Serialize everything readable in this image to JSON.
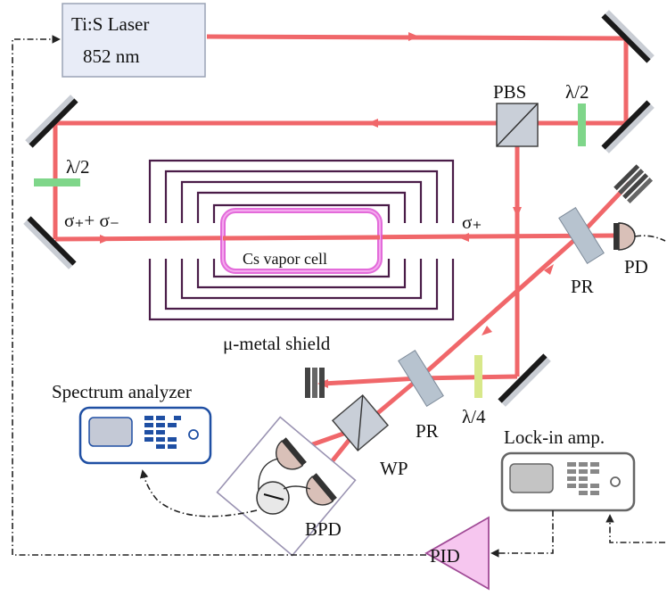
{
  "laser": {
    "line1": "Ti:S Laser",
    "line2": "852 nm"
  },
  "labels": {
    "pbs": "PBS",
    "half_wave_top": "λ/2",
    "half_wave_left": "λ/2",
    "sigma_left": "σ₊+ σ₋",
    "sigma_right": "σ₊",
    "cell": "Cs vapor cell",
    "shield": "μ-metal shield",
    "pd": "PD",
    "pr_upper": "PR",
    "pr_lower": "PR",
    "quarter_wave": "λ/4",
    "wp": "WP",
    "bpd": "BPD",
    "spectrum": "Spectrum analyzer",
    "lockin": "Lock-in amp.",
    "pid": "PID"
  },
  "colors": {
    "beam": "#f0676a",
    "laser_box": "#e8ecf7",
    "cell_border": "#e05bd6",
    "shield": "#4a1c48",
    "wave_plate_half": "#7fd68a",
    "wave_plate_quarter": "#d8e88a",
    "spectrum_box": "#1f4fa3",
    "lockin_box": "#666666",
    "pid_fill": "#f6c6ef"
  }
}
